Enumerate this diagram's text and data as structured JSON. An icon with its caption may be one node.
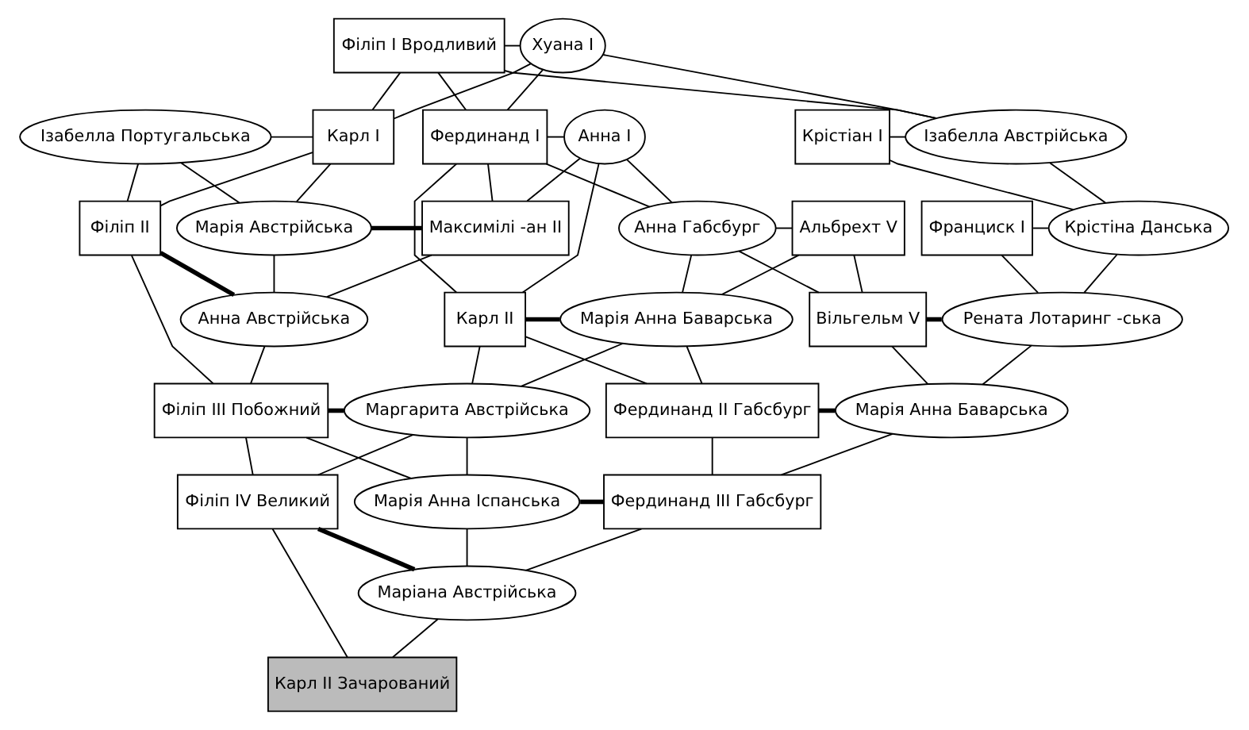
{
  "diagram": {
    "nodes": [
      {
        "text": [
          "Філіп I Вродливий"
        ]
      },
      {
        "text": [
          "Хуана I"
        ]
      },
      {
        "text": [
          "Ізабелла Португальська"
        ]
      },
      {
        "text": [
          "Карл I"
        ]
      },
      {
        "text": [
          "Анна I"
        ]
      },
      {
        "text": [
          "Фердинанд I"
        ]
      },
      {
        "text": [
          "Крістіан I"
        ]
      },
      {
        "text": [
          "Ізабелла Австрійська"
        ]
      },
      {
        "text": [
          "Філіп II"
        ]
      },
      {
        "text": [
          "Марія Австрійська"
        ]
      },
      {
        "text": [
          "Максимілі -ан II"
        ]
      },
      {
        "text": [
          "Карл II"
        ]
      },
      {
        "text": [
          "Анна Габсбург"
        ]
      },
      {
        "text": [
          "Альбрехт V"
        ]
      },
      {
        "text": [
          "Крістіна Данська"
        ]
      },
      {
        "text": [
          "Франциск I"
        ]
      },
      {
        "text": [
          "Анна Австрійська"
        ]
      },
      {
        "text": [
          "Марія Анна Баварська"
        ]
      },
      {
        "text": [
          "Вільгельм V"
        ]
      },
      {
        "text": [
          "Рената Лотаринг -ська"
        ]
      },
      {
        "text": [
          "Філіп III Побожний"
        ]
      },
      {
        "text": [
          "Маргарита Австрійська"
        ]
      },
      {
        "text": [
          "Фердинанд II Габсбург"
        ]
      },
      {
        "text": [
          "Марія Анна Баварська"
        ]
      },
      {
        "text": [
          "Марія Анна Іспанська"
        ]
      },
      {
        "text": [
          "Фердинанд III Габсбург"
        ]
      },
      {
        "text": [
          "Філіп IV Великий"
        ]
      },
      {
        "text": [
          "Маріана Австрійська"
        ]
      },
      {
        "text": [
          "Карл II Зачарований"
        ]
      }
    ],
    "edges": [
      {
        "from": 0,
        "to": 1,
        "arrow": "none"
      },
      {
        "from": 0,
        "to": 3,
        "arrow": "none"
      },
      {
        "from": 1,
        "to": 3,
        "arrow": "none"
      },
      {
        "from": 0,
        "to": 5,
        "arrow": "none"
      },
      {
        "from": 1,
        "to": 5,
        "arrow": "none"
      },
      {
        "from": 0,
        "to": 7,
        "arrow": "none"
      },
      {
        "from": 1,
        "to": 7,
        "arrow": "none"
      },
      {
        "from": 2,
        "to": 3,
        "arrow": "none"
      },
      {
        "from": 4,
        "to": 5,
        "arrow": "none"
      },
      {
        "from": 6,
        "to": 7,
        "arrow": "none"
      },
      {
        "from": 2,
        "to": 8,
        "arrow": "none"
      },
      {
        "from": 3,
        "to": 8,
        "arrow": "none"
      },
      {
        "from": 2,
        "to": 9,
        "arrow": "none"
      },
      {
        "from": 3,
        "to": 9,
        "arrow": "none"
      },
      {
        "from": 4,
        "to": 10,
        "arrow": "none"
      },
      {
        "from": 5,
        "to": 10,
        "arrow": "none"
      },
      {
        "from": 4,
        "to": 11,
        "arrow": "none"
      },
      {
        "from": 5,
        "to": 11,
        "arrow": "none"
      },
      {
        "from": 4,
        "to": 12,
        "arrow": "none"
      },
      {
        "from": 5,
        "to": 12,
        "arrow": "none"
      },
      {
        "from": 6,
        "to": 14,
        "arrow": "none"
      },
      {
        "from": 7,
        "to": 14,
        "arrow": "none"
      },
      {
        "from": 12,
        "to": 13,
        "arrow": "none"
      },
      {
        "from": 14,
        "to": 15,
        "arrow": "none"
      },
      {
        "from": 9,
        "to": 10,
        "arrow": "none",
        "style": "thick"
      },
      {
        "from": 9,
        "to": 16,
        "arrow": "none"
      },
      {
        "from": 10,
        "to": 16,
        "arrow": "none"
      },
      {
        "from": 12,
        "to": 17,
        "arrow": "none"
      },
      {
        "from": 13,
        "to": 17,
        "arrow": "none"
      },
      {
        "from": 12,
        "to": 18,
        "arrow": "none"
      },
      {
        "from": 13,
        "to": 18,
        "arrow": "none"
      },
      {
        "from": 14,
        "to": 19,
        "arrow": "none"
      },
      {
        "from": 15,
        "to": 19,
        "arrow": "none"
      },
      {
        "from": 8,
        "to": 16,
        "arrow": "none",
        "style": "thick"
      },
      {
        "from": 11,
        "to": 17,
        "arrow": "none",
        "style": "thick"
      },
      {
        "from": 18,
        "to": 19,
        "arrow": "none",
        "style": "thick"
      },
      {
        "from": 8,
        "to": 20,
        "arrow": "none"
      },
      {
        "from": 16,
        "to": 20,
        "arrow": "none"
      },
      {
        "from": 11,
        "to": 21,
        "arrow": "none"
      },
      {
        "from": 17,
        "to": 21,
        "arrow": "none"
      },
      {
        "from": 11,
        "to": 22,
        "arrow": "none"
      },
      {
        "from": 17,
        "to": 22,
        "arrow": "none"
      },
      {
        "from": 18,
        "to": 23,
        "arrow": "none"
      },
      {
        "from": 19,
        "to": 23,
        "arrow": "none"
      },
      {
        "from": 20,
        "to": 21,
        "arrow": "none",
        "style": "thick"
      },
      {
        "from": 22,
        "to": 23,
        "arrow": "none",
        "style": "thick"
      },
      {
        "from": 20,
        "to": 24,
        "arrow": "none"
      },
      {
        "from": 21,
        "to": 24,
        "arrow": "none"
      },
      {
        "from": 20,
        "to": 26,
        "arrow": "none"
      },
      {
        "from": 21,
        "to": 26,
        "arrow": "none"
      },
      {
        "from": 22,
        "to": 25,
        "arrow": "none"
      },
      {
        "from": 23,
        "to": 25,
        "arrow": "none"
      },
      {
        "from": 24,
        "to": 25,
        "arrow": "none",
        "style": "thick"
      },
      {
        "from": 24,
        "to": 27,
        "arrow": "none"
      },
      {
        "from": 25,
        "to": 27,
        "arrow": "none"
      },
      {
        "from": 26,
        "to": 27,
        "arrow": "none",
        "style": "thick"
      },
      {
        "from": 26,
        "to": 28,
        "arrow": "none"
      },
      {
        "from": 27,
        "to": 28,
        "arrow": "none"
      }
    ]
  }
}
